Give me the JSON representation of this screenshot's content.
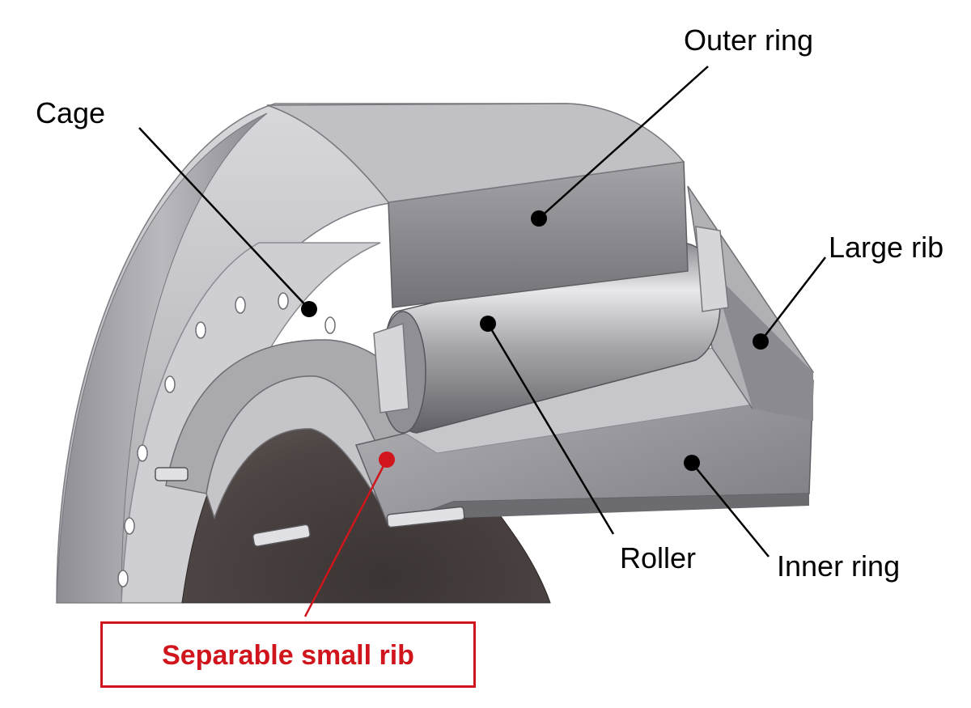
{
  "labels": {
    "outer_ring": "Outer ring",
    "cage": "Cage",
    "large_rib": "Large rib",
    "roller": "Roller",
    "inner_ring": "Inner ring",
    "separable_small_rib": "Separable small rib"
  },
  "colors": {
    "leader": "#000000",
    "highlight": "#d0151c",
    "steel_light": "#c9c9cd",
    "steel_mid": "#9b9ba0",
    "steel_dark": "#6e6e73",
    "bore_dark": "#3a3432"
  }
}
